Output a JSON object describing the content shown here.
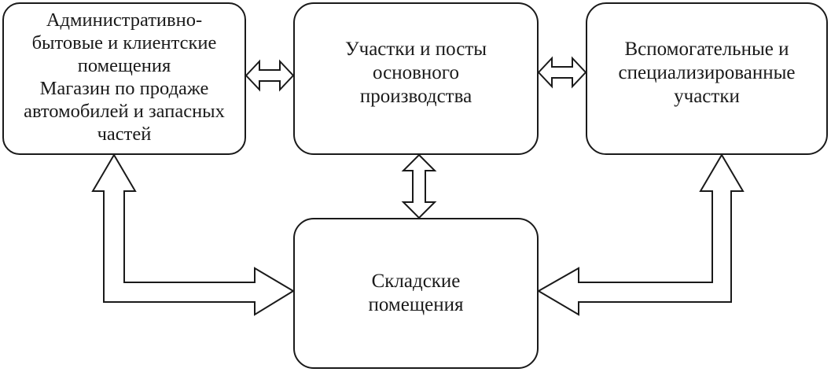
{
  "boxes": {
    "admin": {
      "lines": [
        "Административно-",
        "бытовые и клиентские",
        "помещения",
        "Магазин по продаже",
        "автомобилей и запасных",
        "частей"
      ]
    },
    "main_production": {
      "lines": [
        "Участки и посты",
        "основного",
        "производства"
      ]
    },
    "auxiliary": {
      "lines": [
        "Вспомогательные и",
        "специализированные",
        "участки"
      ]
    },
    "warehouse": {
      "lines": [
        "Складские",
        "помещения"
      ]
    }
  },
  "connections": [
    {
      "from": "admin",
      "to": "main_production",
      "type": "double-arrow"
    },
    {
      "from": "main_production",
      "to": "auxiliary",
      "type": "double-arrow"
    },
    {
      "from": "main_production",
      "to": "warehouse",
      "type": "double-arrow"
    },
    {
      "from": "warehouse",
      "to": "admin",
      "type": "double-arrow"
    },
    {
      "from": "warehouse",
      "to": "auxiliary",
      "type": "double-arrow"
    }
  ],
  "colors": {
    "stroke": "#1a1a1a",
    "fill": "#ffffff"
  }
}
